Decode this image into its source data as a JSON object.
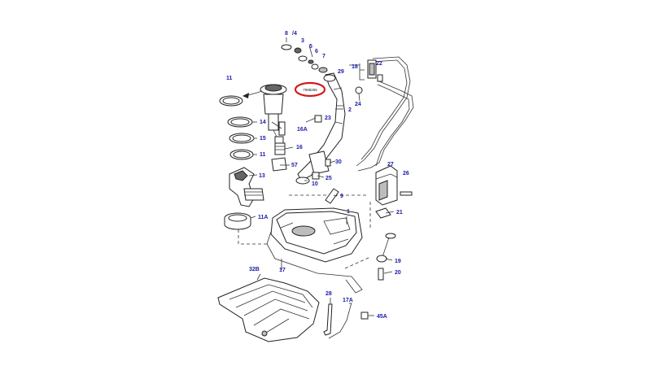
{
  "callouts": {
    "c8": "8",
    "c4": "/4",
    "c3": "3",
    "c5": "5",
    "c6": "6",
    "c7": "7",
    "c11a": "11",
    "c18": "18",
    "c22": "22",
    "c29": "29",
    "c24": "24",
    "c2": "2",
    "c23": "23",
    "c14": "14",
    "c16a": "16A",
    "c15": "15",
    "c16": "16",
    "c11b": "11",
    "c57": "57",
    "c30": "30",
    "c13": "13",
    "c25": "25",
    "c10": "10",
    "c27": "27",
    "c26": "26",
    "c9": "9",
    "c1": "1",
    "c21": "21",
    "c11A": "11A",
    "c19": "19",
    "c20": "20",
    "c32b": "32B",
    "c17": "17",
    "c28": "28",
    "c17a": "17A",
    "c45a": "45A"
  },
  "highlighted_part_number": "7088255",
  "highlight_color": "#d11a1a",
  "callout_color": "#1a1aa8"
}
